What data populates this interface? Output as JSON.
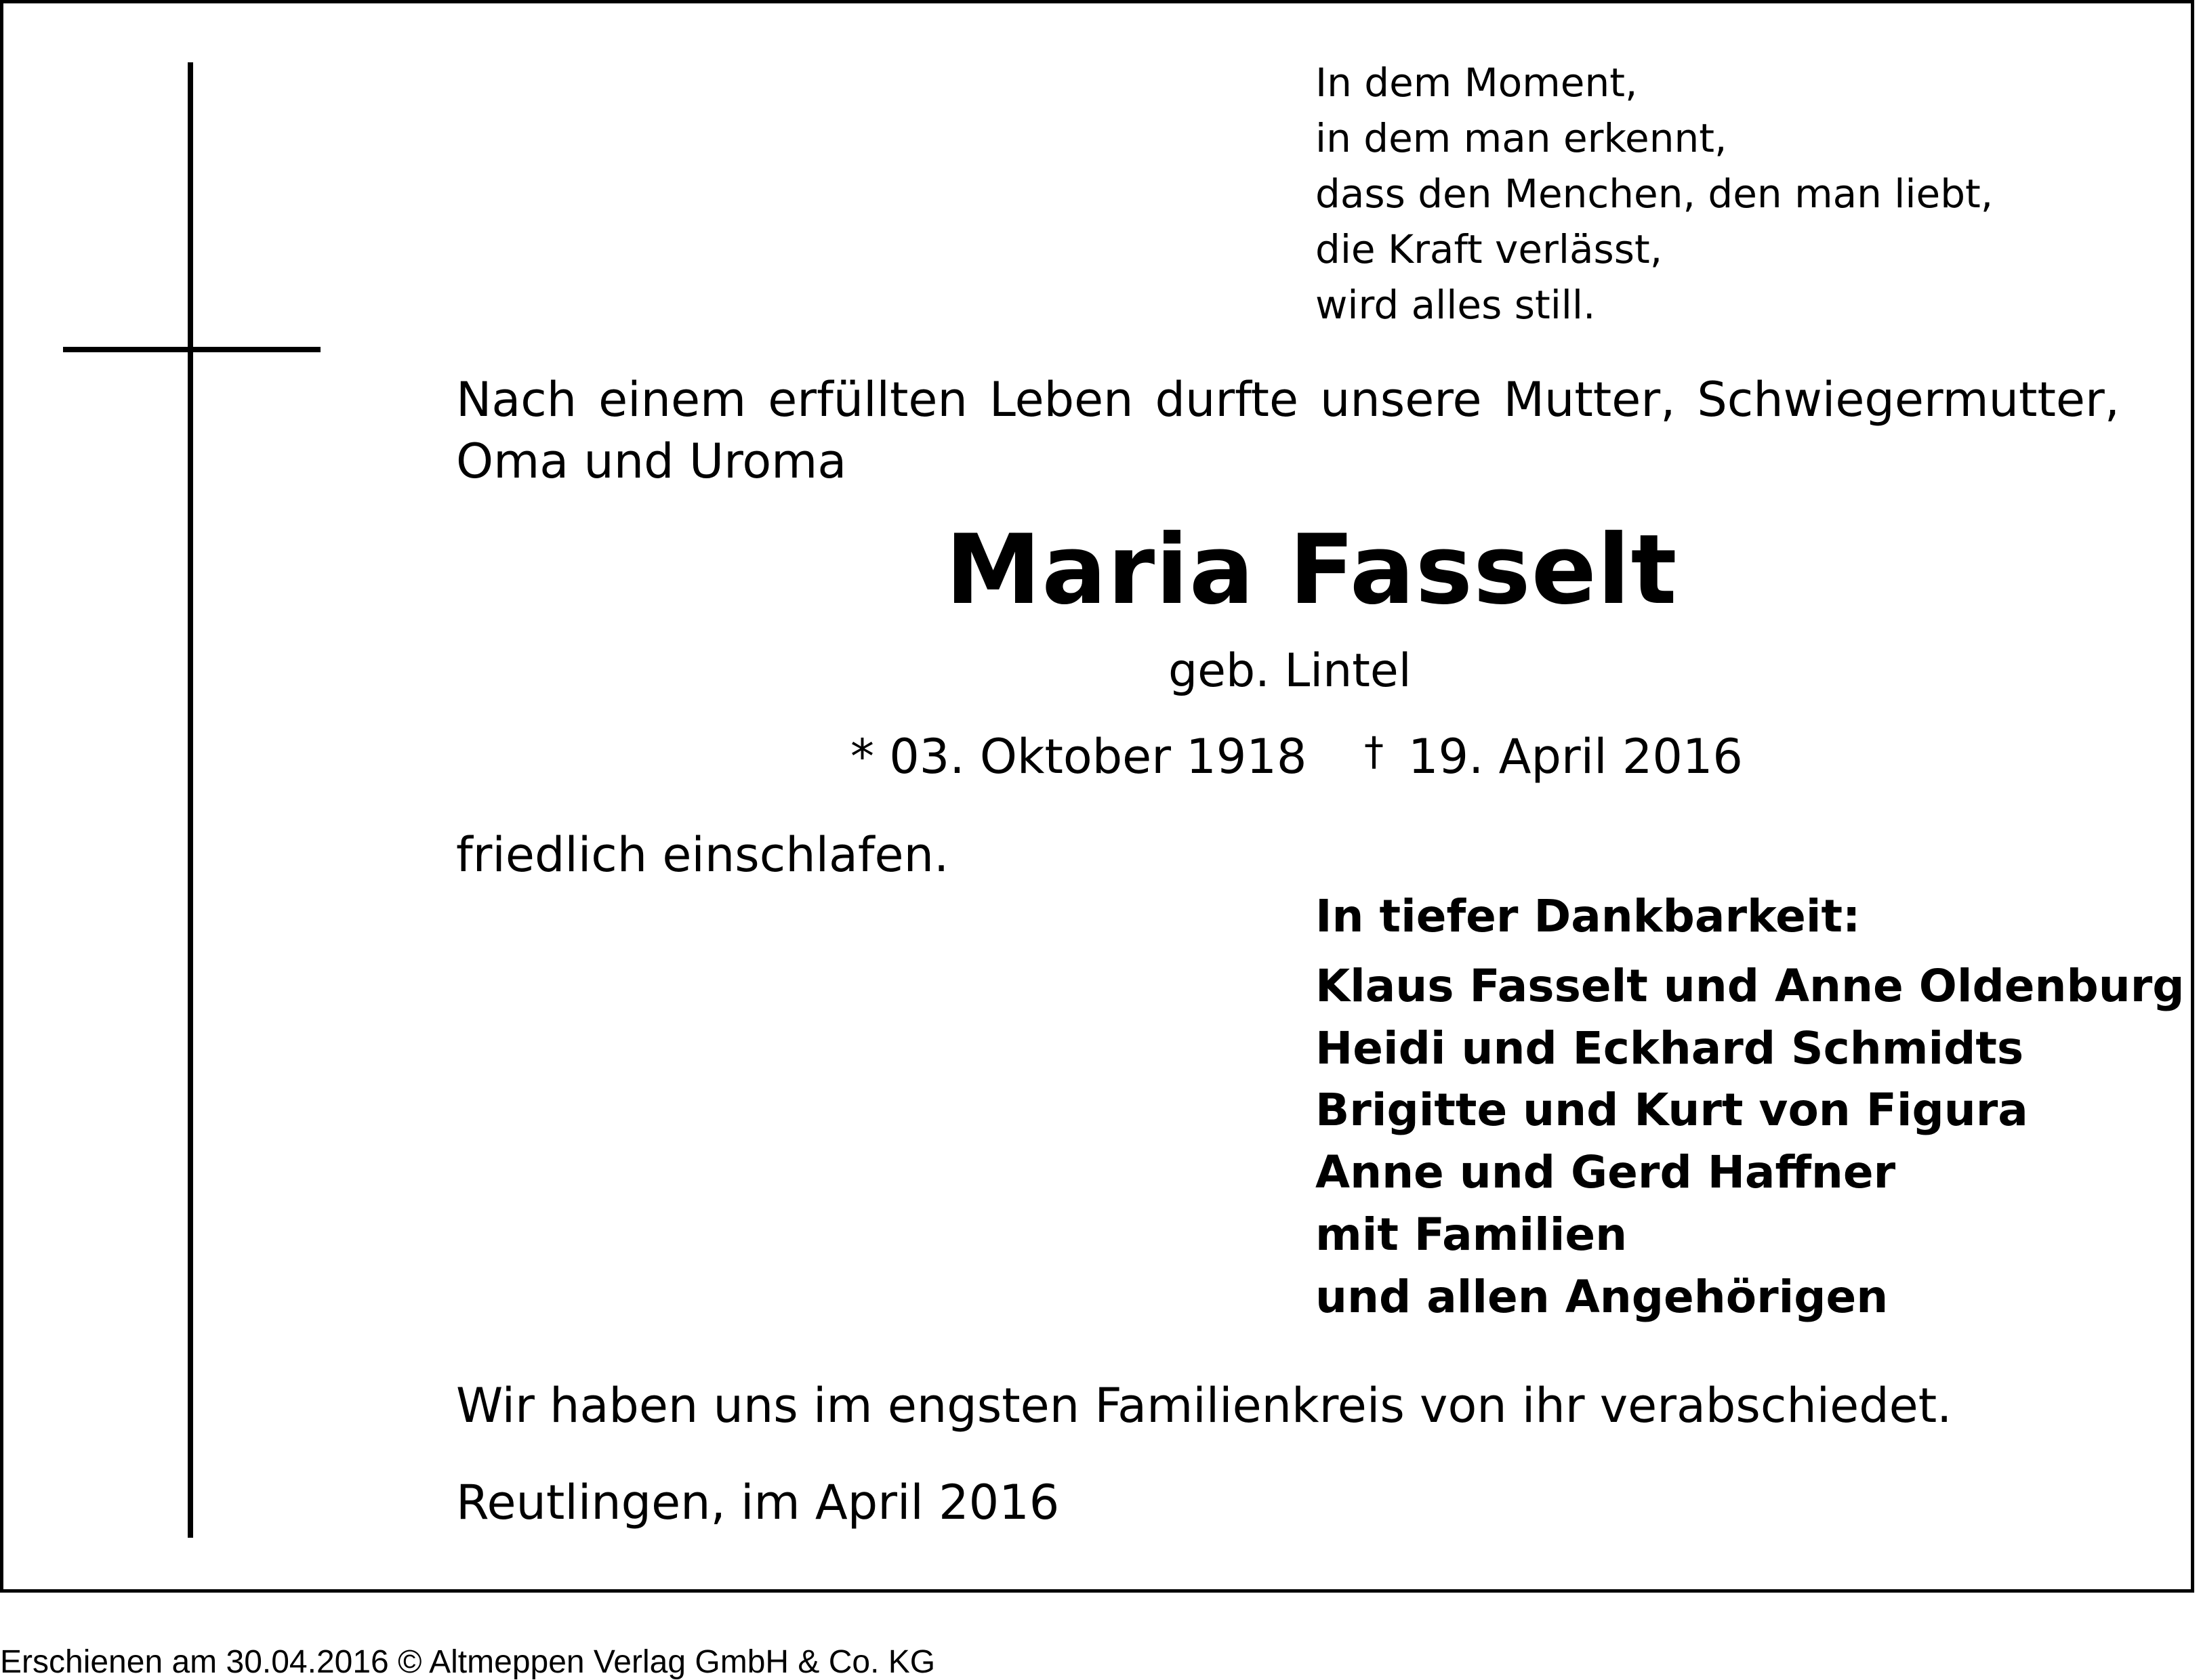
{
  "poem": {
    "lines": [
      "In dem Moment,",
      "in dem man erkennt,",
      "dass den Menchen, den man liebt,",
      "die Kraft verlässt,",
      "wird alles still."
    ]
  },
  "intro": {
    "line1": "Nach einem erfüllten Leben durfte unsere Mutter, Schwiegermutter,",
    "line2": "Oma und Uroma"
  },
  "deceased": {
    "name": "Maria Fasselt",
    "born_as": "geb. Lintel",
    "birth": "* 03. Oktober 1918",
    "death_symbol": "†",
    "death": "19. April 2016"
  },
  "closing_intro": "friedlich einschlafen.",
  "mourners": {
    "heading": "In tiefer Dankbarkeit:",
    "names": [
      "Klaus Fasselt und Anne Oldenburg",
      "Heidi und Eckhard Schmidts",
      "Brigitte und Kurt von Figura",
      "Anne und Gerd Haffner",
      "mit Familien",
      "und allen Angehörigen"
    ]
  },
  "farewell": "Wir haben uns im engsten Familienkreis von ihr verabschiedet.",
  "place_date": "Reutlingen, im April 2016",
  "footer": "Erschienen am 30.04.2016 © Altmeppen Verlag GmbH & Co. KG"
}
